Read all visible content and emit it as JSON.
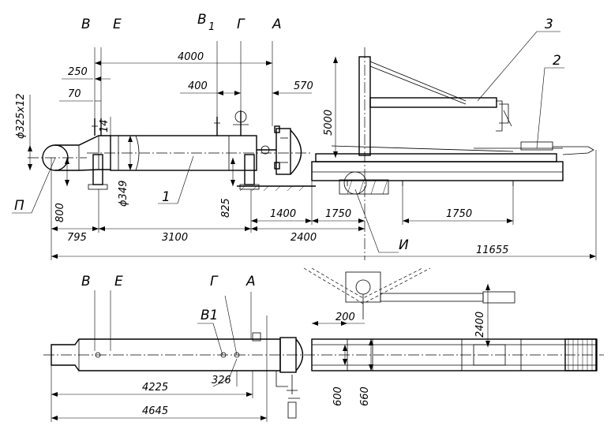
{
  "labels": {
    "B_top": "В",
    "E_top": "Е",
    "B1_top": "В",
    "B1_sub_top": "1",
    "G_top": "Г",
    "A_top": "А",
    "n3": "3",
    "n2": "2",
    "n1": "1",
    "P": "П",
    "I": "И",
    "B_bot": "В",
    "E_bot": "Е",
    "G_bot": "Г",
    "A_bot": "А",
    "B1_bot": "В1"
  },
  "dims": {
    "d4000": "4000",
    "d250": "250",
    "d70": "70",
    "d400": "400",
    "d570": "570",
    "d5000": "5000",
    "pipe": "ϕ325х12",
    "d14": "14",
    "d349": "ϕ349",
    "d800": "800",
    "d825": "825",
    "d1400": "1400",
    "d1750a": "1750",
    "d1750b": "1750",
    "d795": "795",
    "d3100": "3100",
    "d2400": "2400",
    "d11655": "11655",
    "d200": "200",
    "d2400v": "2400",
    "d4225": "4225",
    "d326": "326",
    "d4645": "4645",
    "d600": "600",
    "d660": "660"
  }
}
